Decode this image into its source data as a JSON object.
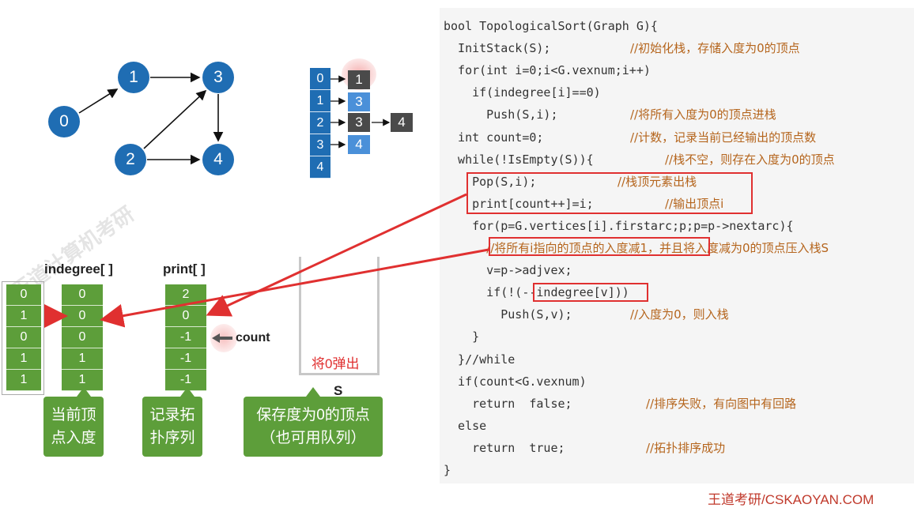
{
  "graph": {
    "nodes": [
      "0",
      "1",
      "2",
      "3",
      "4"
    ]
  },
  "adjacency": {
    "rows": [
      {
        "index": "0",
        "nodes": [
          "1"
        ]
      },
      {
        "index": "1",
        "nodes": [
          "3"
        ]
      },
      {
        "index": "2",
        "nodes": [
          "3",
          "4"
        ]
      },
      {
        "index": "3",
        "nodes": [
          "4"
        ]
      },
      {
        "index": "4",
        "nodes": []
      }
    ]
  },
  "indegree": {
    "label": "indegree[ ]",
    "left_values": [
      "0",
      "1",
      "0",
      "1",
      "1"
    ],
    "values": [
      "0",
      "0",
      "0",
      "1",
      "1"
    ],
    "caption_line1": "当前顶",
    "caption_line2": "点入度"
  },
  "print": {
    "label": "print[ ]",
    "values": [
      "2",
      "0",
      "-1",
      "-1",
      "-1"
    ],
    "count_label": "count",
    "caption_line1": "记录拓",
    "caption_line2": "扑序列"
  },
  "stack": {
    "label": "S",
    "pop_text": "将0弹出",
    "caption_line1": "保存度为0的顶点",
    "caption_line2": "（也可用队列）"
  },
  "code": {
    "lines": [
      {
        "code": "bool TopologicalSort(Graph G){",
        "comment": ""
      },
      {
        "code": "  InitStack(S);",
        "comment": "//初始化栈，存储入度为0的顶点"
      },
      {
        "code": "  for(int i=0;i<G.vexnum;i++)",
        "comment": ""
      },
      {
        "code": "    if(indegree[i]==0)",
        "comment": ""
      },
      {
        "code": "      Push(S,i);",
        "comment": "//将所有入度为0的顶点进栈"
      },
      {
        "code": "  int count=0;",
        "comment": "//计数，记录当前已经输出的顶点数"
      },
      {
        "code": "  while(!IsEmpty(S)){",
        "comment": "//栈不空，则存在入度为0的顶点"
      },
      {
        "code": "    Pop(S,i);",
        "comment": "//栈顶元素出栈"
      },
      {
        "code": "    print[count++]=i;",
        "comment": "//输出顶点i"
      },
      {
        "code": "    for(p=G.vertices[i].firstarc;p;p=p->nextarc){",
        "comment": ""
      },
      {
        "code": "      ",
        "comment": "//将所有i指向的顶点的入度减1，并且将入度减为0的顶点压入栈S"
      },
      {
        "code": "      v=p->adjvex;",
        "comment": ""
      },
      {
        "code": "      if(!(--indegree[v]))",
        "comment": ""
      },
      {
        "code": "        Push(S,v);",
        "comment": "//入度为0，则入栈"
      },
      {
        "code": "    }",
        "comment": ""
      },
      {
        "code": "  }//while",
        "comment": ""
      },
      {
        "code": "  if(count<G.vexnum)",
        "comment": ""
      },
      {
        "code": "    return  false;",
        "comment": "//排序失败，有向图中有回路"
      },
      {
        "code": "  else",
        "comment": ""
      },
      {
        "code": "    return  true;",
        "comment": "//拓扑排序成功"
      },
      {
        "code": "}",
        "comment": ""
      }
    ]
  },
  "footer": "王道考研/CSKAOYAN.COM",
  "colors": {
    "node_blue": "#1f6db3",
    "array_green": "#5d9e3a",
    "highlight_red": "#e03030",
    "comment_orange": "#b5651d"
  }
}
